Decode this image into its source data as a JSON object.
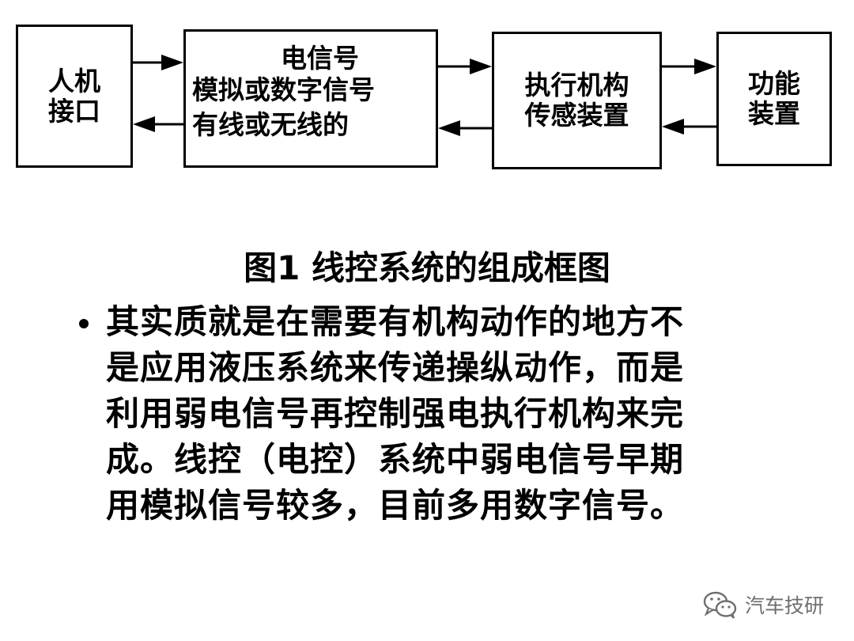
{
  "diagram": {
    "boxes": {
      "hmi": [
        "人机",
        "接口"
      ],
      "signal": [
        "电信号",
        "模拟或数字信号",
        "有线或无线的"
      ],
      "actuator": [
        "执行机构",
        "传感装置"
      ],
      "function": [
        "功能",
        "装置"
      ]
    },
    "caption": "图1  线控系统的组成框图"
  },
  "body": {
    "bullet_lines": [
      "其实质就是在需要有机构动作的地方不",
      "是应用液压系统来传递操纵动作，而是",
      "利用弱电信号再控制强电执行机构来完",
      "成。线控（电控）系统中弱电信号早期",
      "用模拟信号较多，目前多用数字信号。"
    ]
  },
  "watermark": {
    "text": "汽车技研",
    "icon": "wechat-icon",
    "color": "#6e6e6e"
  }
}
